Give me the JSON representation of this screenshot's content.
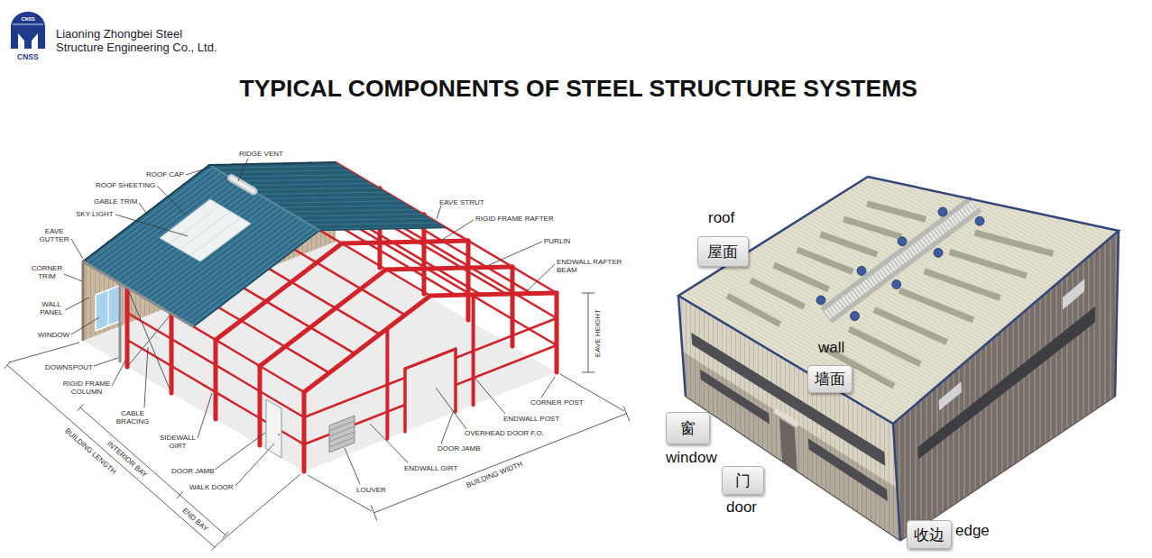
{
  "diagram": {
    "title": "TYPICAL COMPONENTS OF STEEL STRUCTURE SYSTEMS",
    "nodes": [
      {
        "text": [
          "屋面"
        ]
      },
      {
        "text": [
          "墙面"
        ]
      },
      {
        "text": [
          "窗"
        ]
      },
      {
        "text": [
          "门"
        ]
      },
      {
        "text": [
          "收边"
        ]
      }
    ],
    "labels": [
      "CNSS",
      "CNSS",
      "Liaoning Zhongbei Steel Structure Engineering Co., Ltd.",
      "ROOF CAP",
      "RIDGE VENT",
      "ROOF SHEETING",
      "GABLE TRIM",
      "SKY LIGHT",
      "EAVE GUTTER",
      "CORNER TRIM",
      "WALL PANEL",
      "WINDOW",
      "DOWNSPOUT",
      "RIGID FRAME COLUMN",
      "CABLE BRACING",
      "SIDEWALL GIRT",
      "DOOR JAMB",
      "WALK DOOR",
      "LOUVER",
      "ENDWALL GIRT",
      "DOOR JAMB",
      "OVERHEAD DOOR F.O.",
      "ENDWALL POST",
      "CORNER POST",
      "EAVE HEIGHT",
      "ENDWALL RAFTER BEAM",
      "PURLIN",
      "RIGID FRAME RAFTER",
      "EAVE STRUT",
      "BUILDING LENGTH",
      "INTERIOR BAY",
      "END BAY",
      "BUILDING WIDTH",
      "roof",
      "wall",
      "window",
      "door",
      "edge"
    ]
  }
}
